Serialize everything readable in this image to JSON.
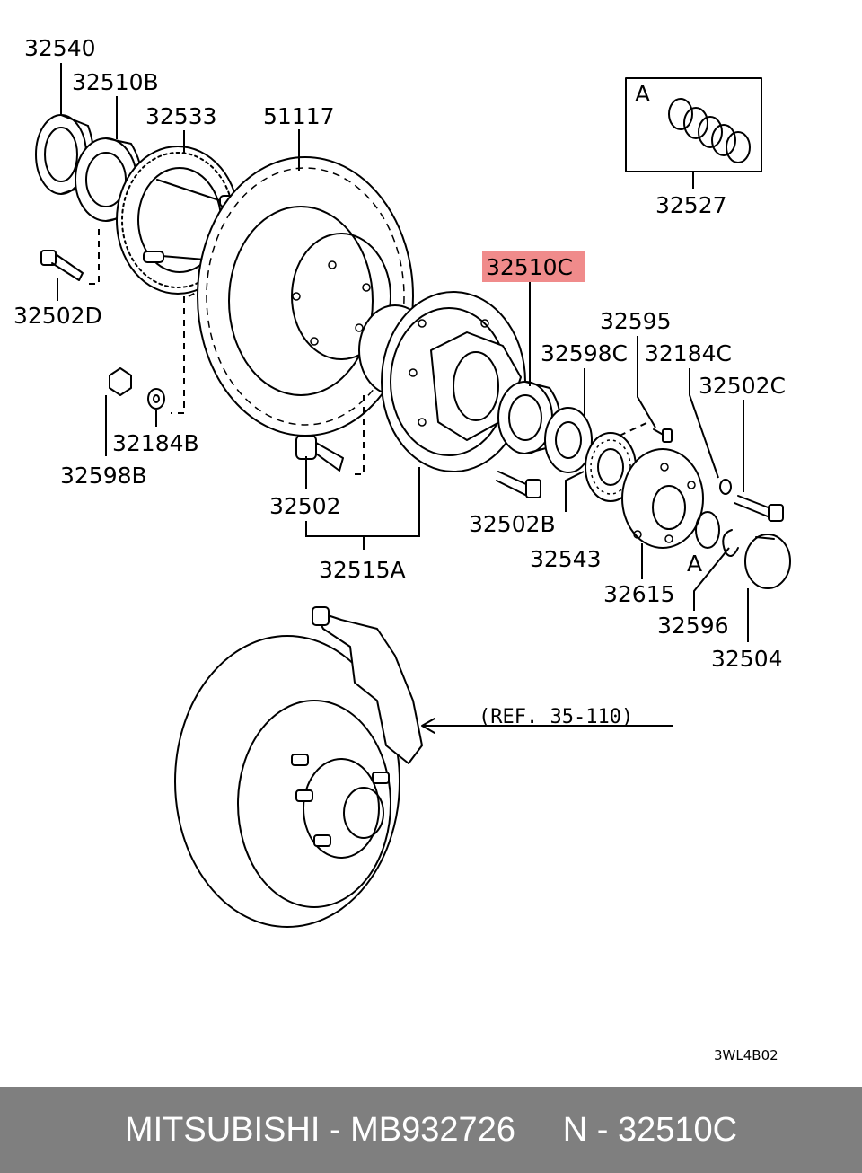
{
  "labels": {
    "p32540": "32540",
    "p32510B": "32510B",
    "p32533": "32533",
    "p51117": "51117",
    "p32527": "32527",
    "p32502D": "32502D",
    "p32510C": "32510C",
    "p32595": "32595",
    "p32598C": "32598C",
    "p32184C": "32184C",
    "p32502C": "32502C",
    "p32598B": "32598B",
    "p32184B": "32184B",
    "p32502": "32502",
    "p32502B": "32502B",
    "p32543": "32543",
    "p32515A": "32515A",
    "p32615": "32615",
    "p32596": "32596",
    "p32504": "32504",
    "ref": "(REF. 35-110)",
    "detail_a": "A",
    "marker_a": "A",
    "diagram_code": "3WL4B02"
  },
  "highlight": {
    "part": "32510C",
    "color": "#f08b8b"
  },
  "footer": {
    "text": "MITSUBISHI - MB932726     N - 32510C",
    "background": "#7f7f7f",
    "text_color": "#ffffff"
  }
}
